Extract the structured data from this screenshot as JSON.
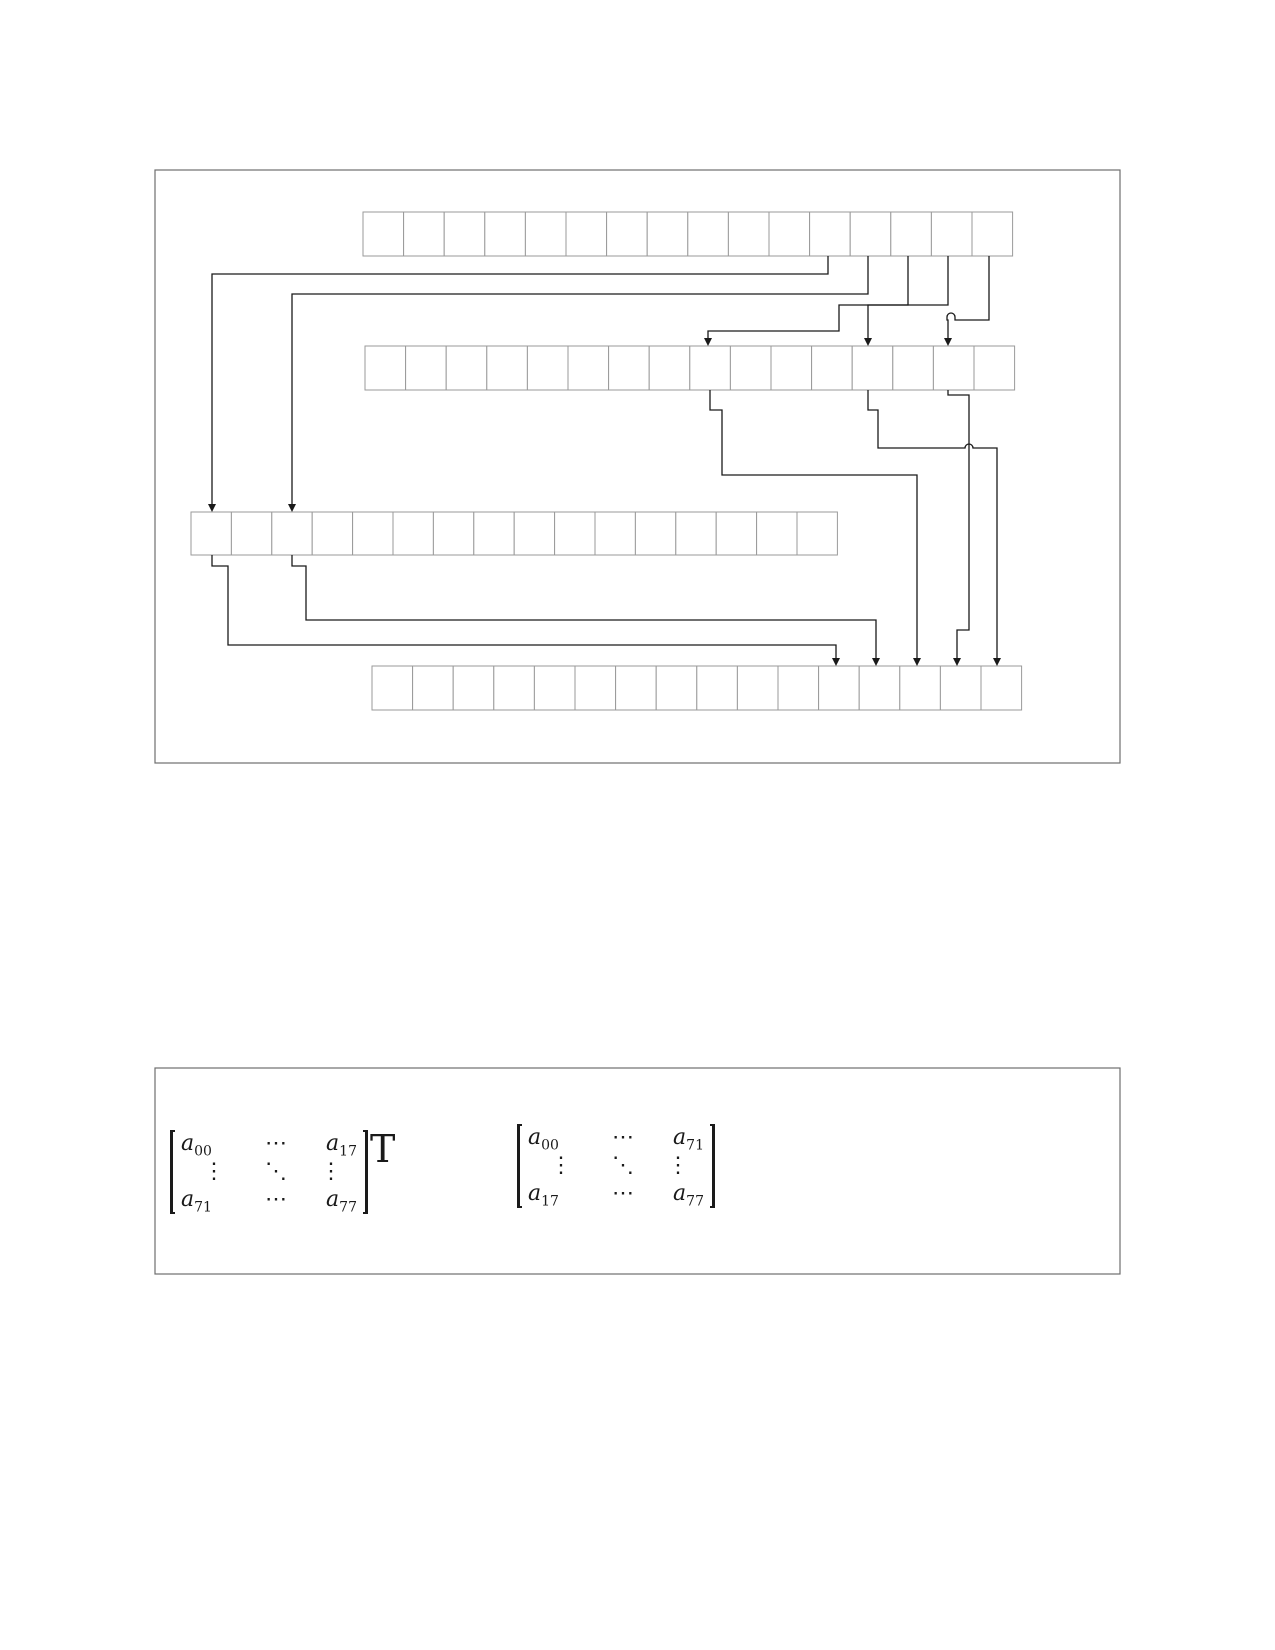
{
  "diagram": {
    "type": "bit-permutation",
    "cells_per_row": [
      16,
      16,
      16,
      16
    ]
  },
  "matrix_left": {
    "entries": [
      [
        "a00",
        "⋯",
        "a17"
      ],
      [
        "⋮",
        "⋱",
        "⋮"
      ],
      [
        "a71",
        "⋯",
        "a77"
      ]
    ],
    "superscript": "T"
  },
  "matrix_right": {
    "entries": [
      [
        "a00",
        "⋯",
        "a71"
      ],
      [
        "⋮",
        "⋱",
        "⋮"
      ],
      [
        "a17",
        "⋯",
        "a77"
      ]
    ]
  }
}
